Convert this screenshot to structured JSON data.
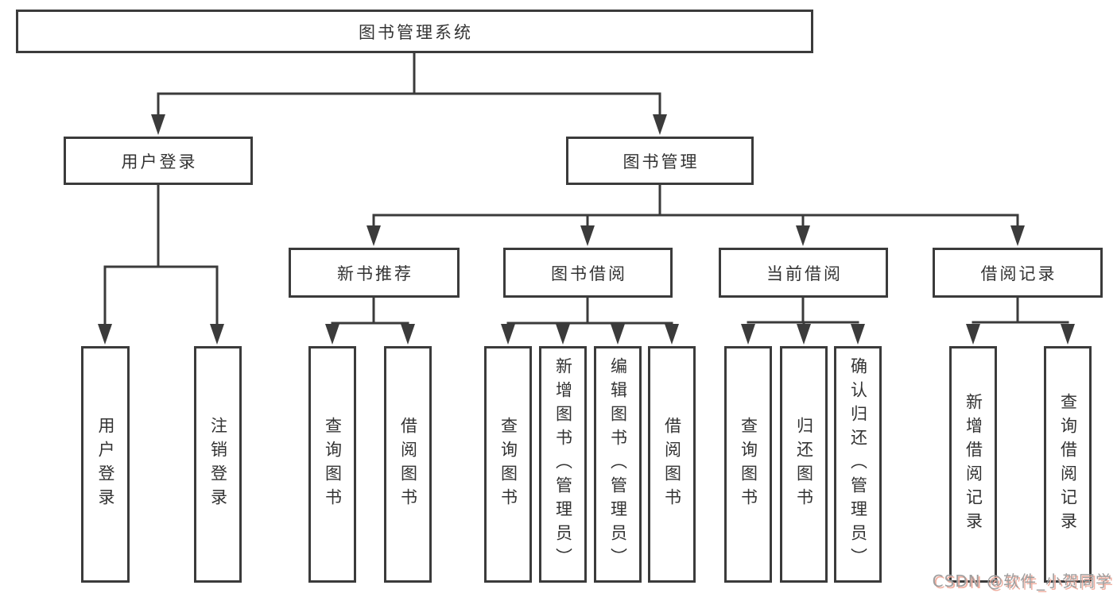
{
  "diagram": {
    "root": {
      "label": "图书管理系统"
    },
    "branches": [
      {
        "label": "用户登录",
        "children": [
          "用户登录",
          "注销登录"
        ]
      },
      {
        "label": "图书管理",
        "children": [
          {
            "label": "新书推荐",
            "children": [
              "查询图书",
              "借阅图书"
            ]
          },
          {
            "label": "图书借阅",
            "children": [
              "查询图书",
              "新增图书（管理员）",
              "编辑图书（管理员）",
              "借阅图书"
            ]
          },
          {
            "label": "当前借阅",
            "children": [
              "查询图书",
              "归还图书",
              "确认归还（管理员）"
            ]
          },
          {
            "label": "借阅记录",
            "children": [
              "新增借阅记录",
              "查询借阅记录"
            ]
          }
        ]
      }
    ]
  },
  "watermark": {
    "text": "CSDN @软件_小贺同学"
  },
  "colors": {
    "line": "#3b3b3b",
    "text": "#333333",
    "background": "#ffffff",
    "watermark_gray": "#9e9e9e",
    "watermark_shadow": "#f0b0a2"
  }
}
